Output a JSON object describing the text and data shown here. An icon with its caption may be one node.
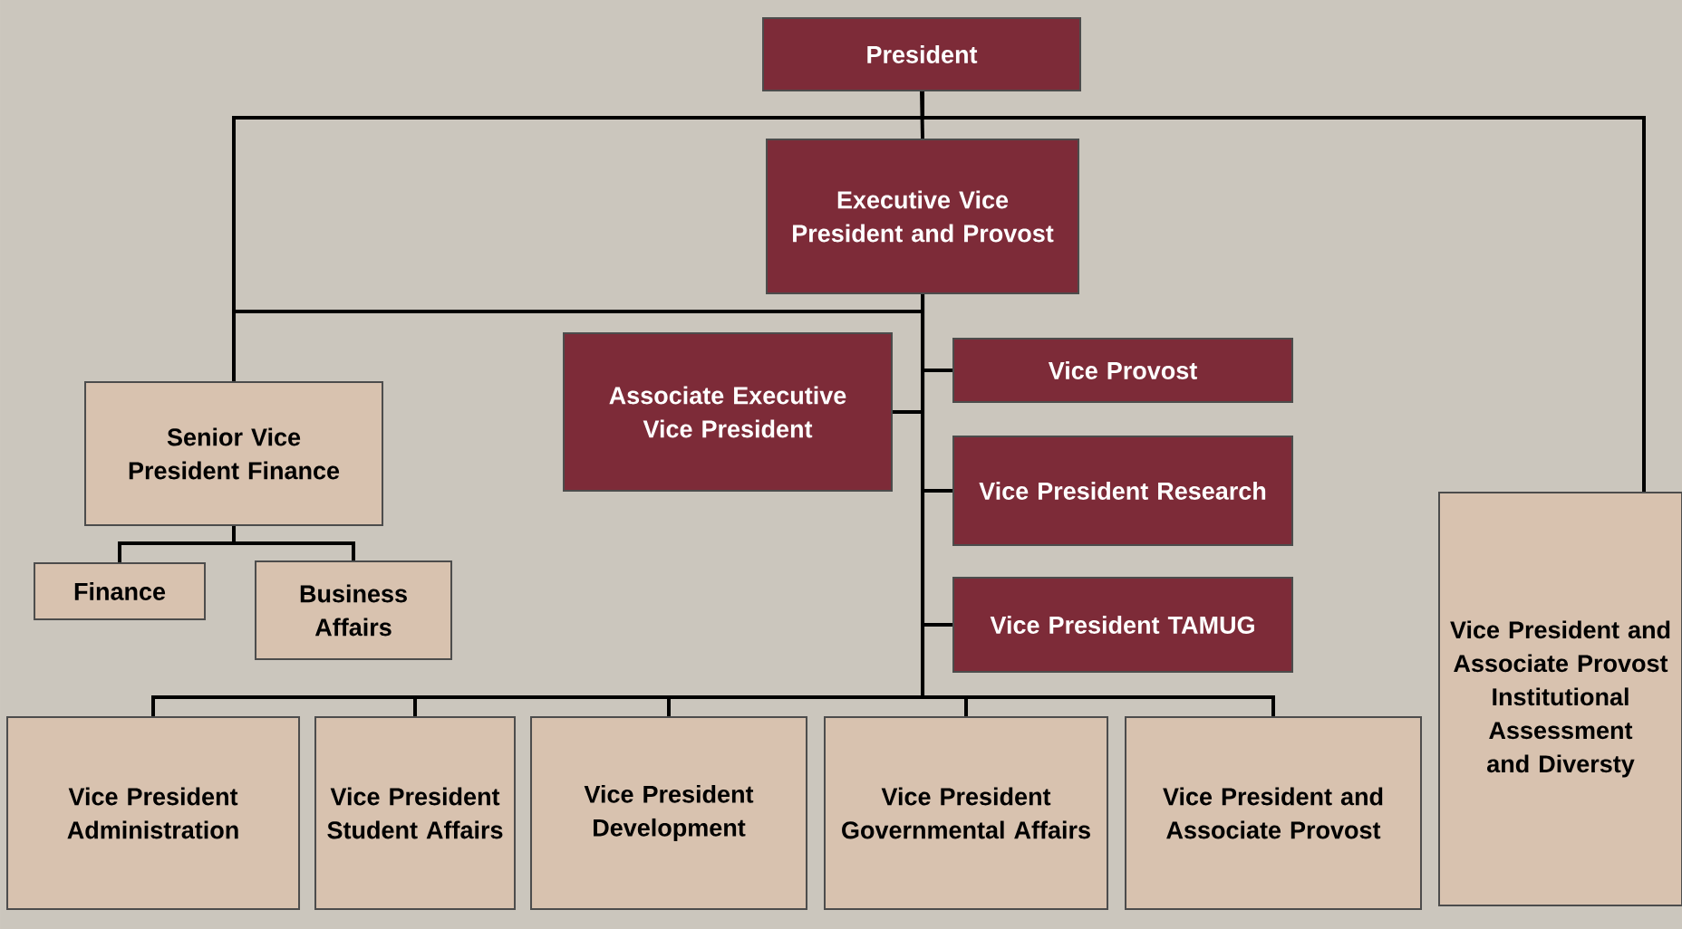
{
  "diagram": {
    "nodes": [
      {
        "text": [
          "President"
        ]
      },
      {
        "text": [
          "Executive Vice President and Provost"
        ]
      },
      {
        "text": [
          "Associate Executive Vice President"
        ]
      },
      {
        "text": [
          "Vice Provost"
        ]
      },
      {
        "text": [
          "Vice President Research"
        ]
      },
      {
        "text": [
          "Vice President TAMUG"
        ]
      },
      {
        "text": [
          "Senior Vice President Finance"
        ]
      },
      {
        "text": [
          "Finance"
        ]
      },
      {
        "text": [
          "Business Affairs"
        ]
      },
      {
        "text": [
          "Vice President Administration"
        ]
      },
      {
        "text": [
          "Vice President Student Affairs"
        ]
      },
      {
        "text": [
          "Vice President Development"
        ]
      },
      {
        "text": [
          "Vice President Governmental Affairs"
        ]
      },
      {
        "text": [
          "Vice President and Associate Provost"
        ]
      },
      {
        "text": [
          "Vice President and Associate Provost Institutional Assessment and Diversty"
        ]
      }
    ],
    "edges": [
      {
        "from": 0,
        "to": 1,
        "arrow": "none"
      },
      {
        "from": 0,
        "to": 6,
        "arrow": "none"
      },
      {
        "from": 0,
        "to": 14,
        "arrow": "none"
      },
      {
        "from": 1,
        "to": 6,
        "arrow": "none"
      },
      {
        "from": 1,
        "to": 2,
        "arrow": "none"
      },
      {
        "from": 1,
        "to": 3,
        "arrow": "none"
      },
      {
        "from": 1,
        "to": 4,
        "arrow": "none"
      },
      {
        "from": 1,
        "to": 5,
        "arrow": "none"
      },
      {
        "from": 6,
        "to": 7,
        "arrow": "none"
      },
      {
        "from": 6,
        "to": 8,
        "arrow": "none"
      },
      {
        "from": 1,
        "to": 9,
        "arrow": "none"
      },
      {
        "from": 1,
        "to": 10,
        "arrow": "none"
      },
      {
        "from": 1,
        "to": 11,
        "arrow": "none"
      },
      {
        "from": 1,
        "to": 12,
        "arrow": "none"
      },
      {
        "from": 1,
        "to": 13,
        "arrow": "none"
      }
    ]
  }
}
